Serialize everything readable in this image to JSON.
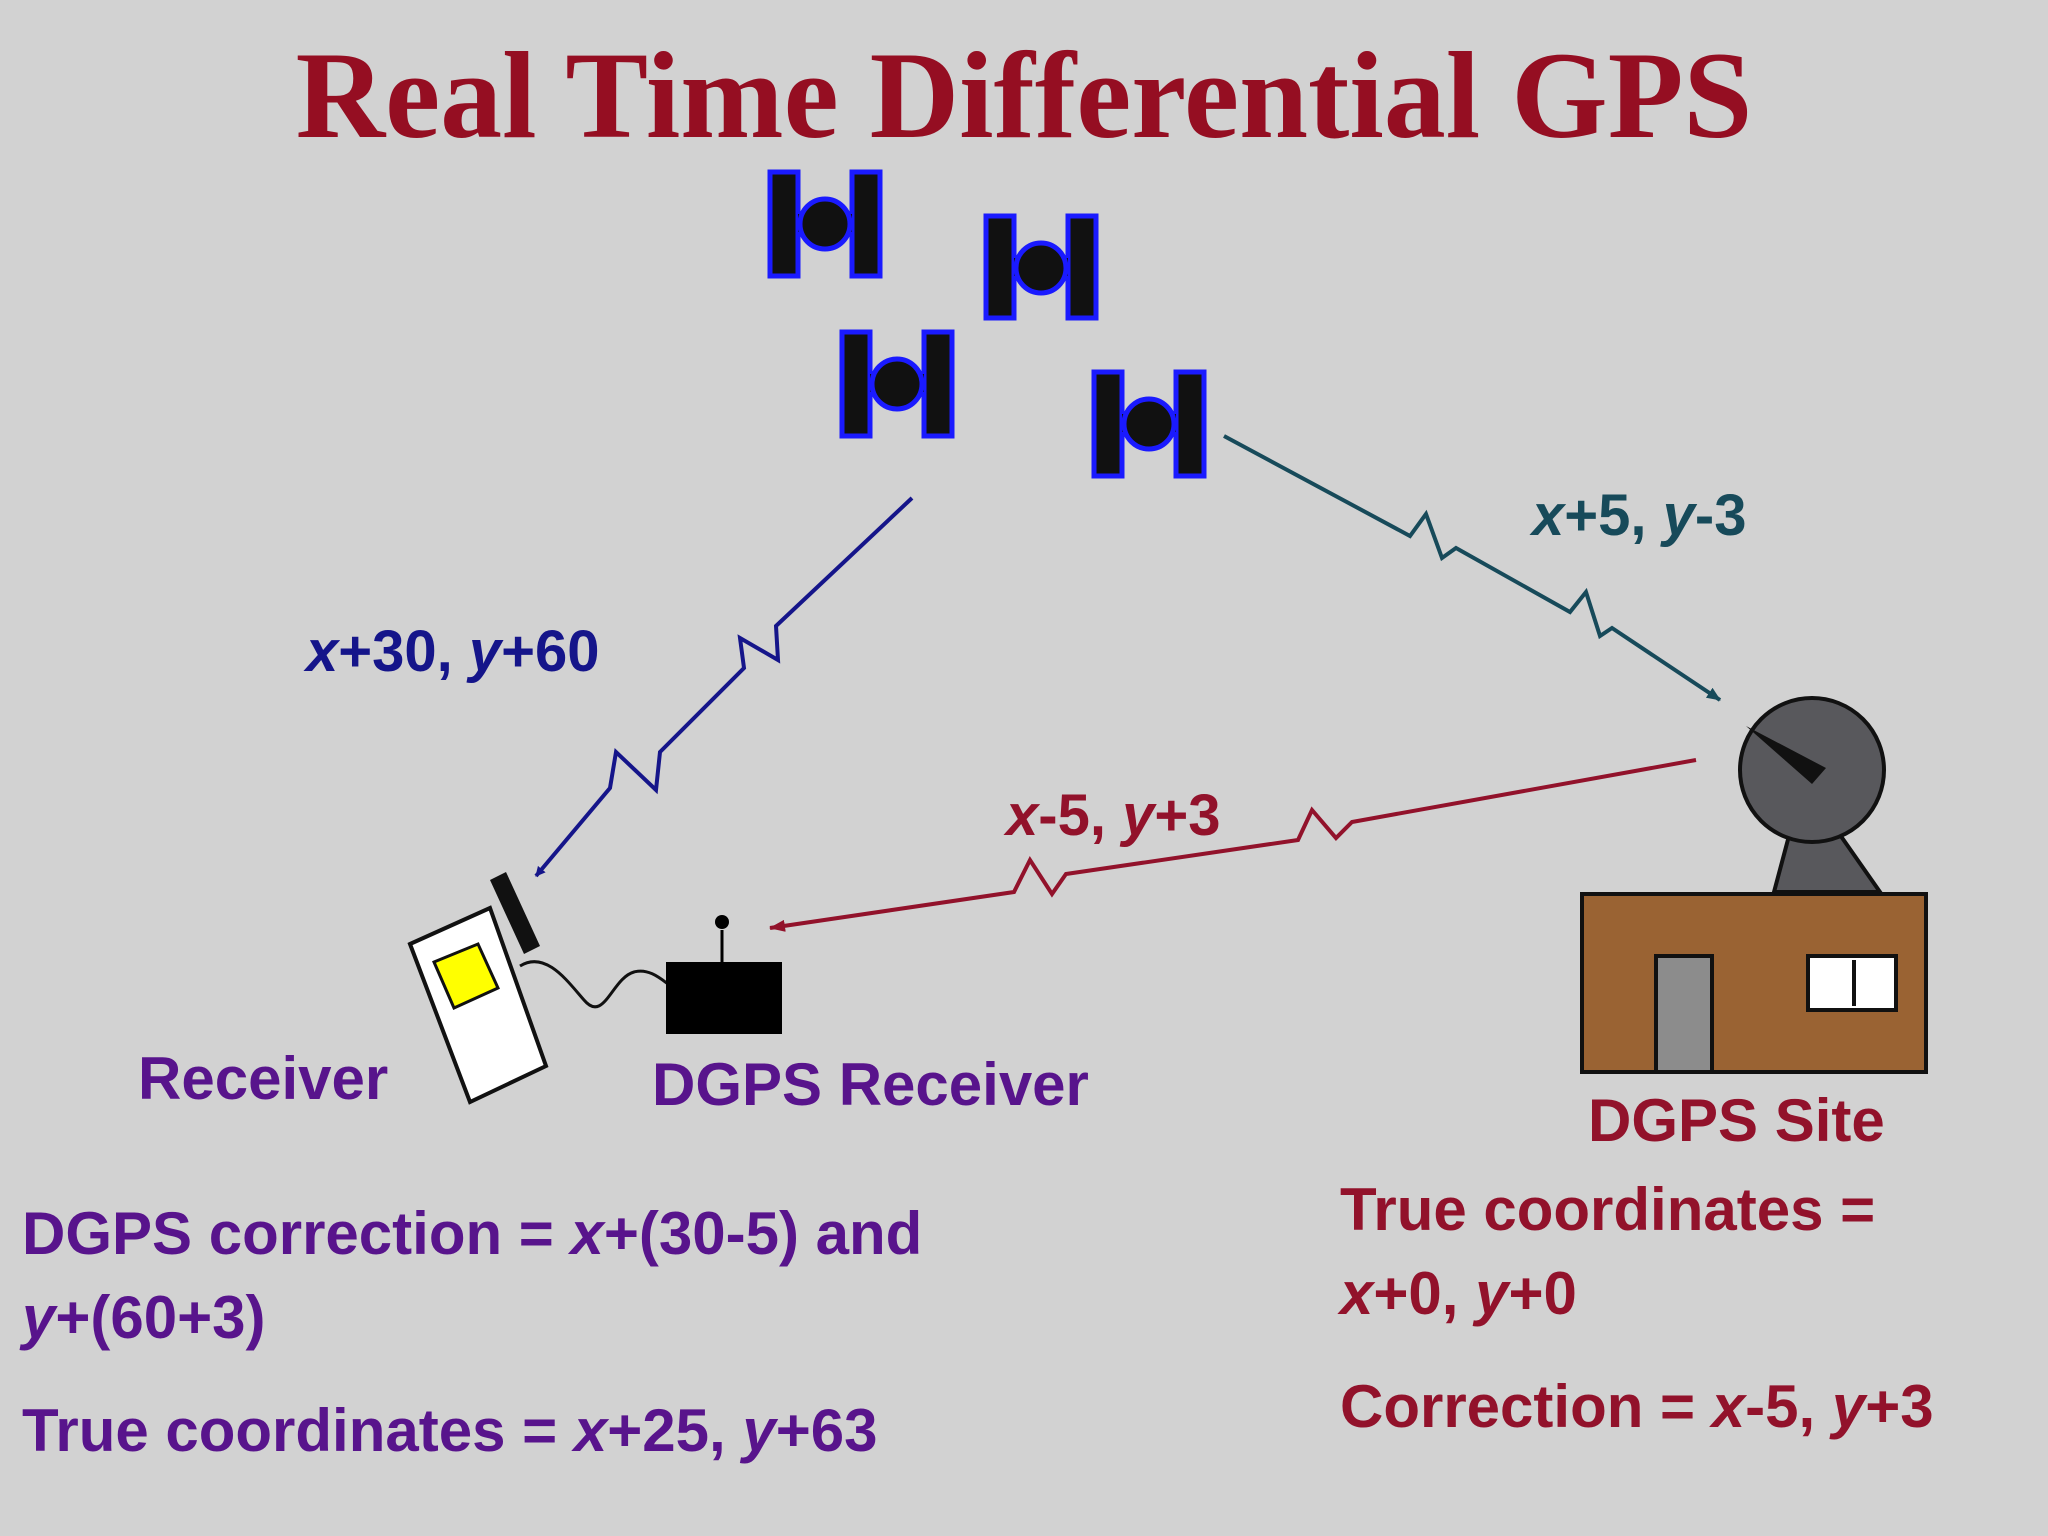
{
  "title": "Real Time Differential GPS",
  "signals": {
    "satellite_to_receiver": {
      "x": "x",
      "x_rest": "+30, ",
      "y": "y",
      "y_rest": "+60"
    },
    "satellite_to_site": {
      "x": "x",
      "x_rest": "+5, ",
      "y": "y",
      "y_rest": "-3"
    },
    "site_to_dgps": {
      "x": "x",
      "x_rest": "-5, ",
      "y": "y",
      "y_rest": "+3"
    }
  },
  "receiver_label": "Receiver",
  "dgps_receiver_label": "DGPS Receiver",
  "dgps_site_label": "DGPS Site",
  "left_text": {
    "correction_prefix": "DGPS correction = ",
    "correction_x": "x",
    "correction_mid": "+(30-5) and",
    "correction_y": "y",
    "correction_end": "+(60+3)",
    "true_prefix": "True coordinates = ",
    "true_x": "x",
    "true_mid": "+25, ",
    "true_y": "y",
    "true_end": "+63"
  },
  "right_text": {
    "true_line1": "True coordinates =",
    "true_x": "x",
    "true_mid": "+0, ",
    "true_y": "y",
    "true_end": "+0",
    "correction_prefix": "Correction = ",
    "correction_x": "x",
    "correction_mid": "-5, ",
    "correction_y": "y",
    "correction_end": "+3"
  },
  "colors": {
    "background": "#d2d2d2",
    "title": "#950e22",
    "navy_signal": "#15158a",
    "teal_signal": "#174a5a",
    "red_signal": "#92122b",
    "purple_text": "#58148c",
    "satellite_outline": "#1a1aff",
    "building": "#9a6333",
    "dish": "#58585c",
    "screen": "#ffff00"
  }
}
